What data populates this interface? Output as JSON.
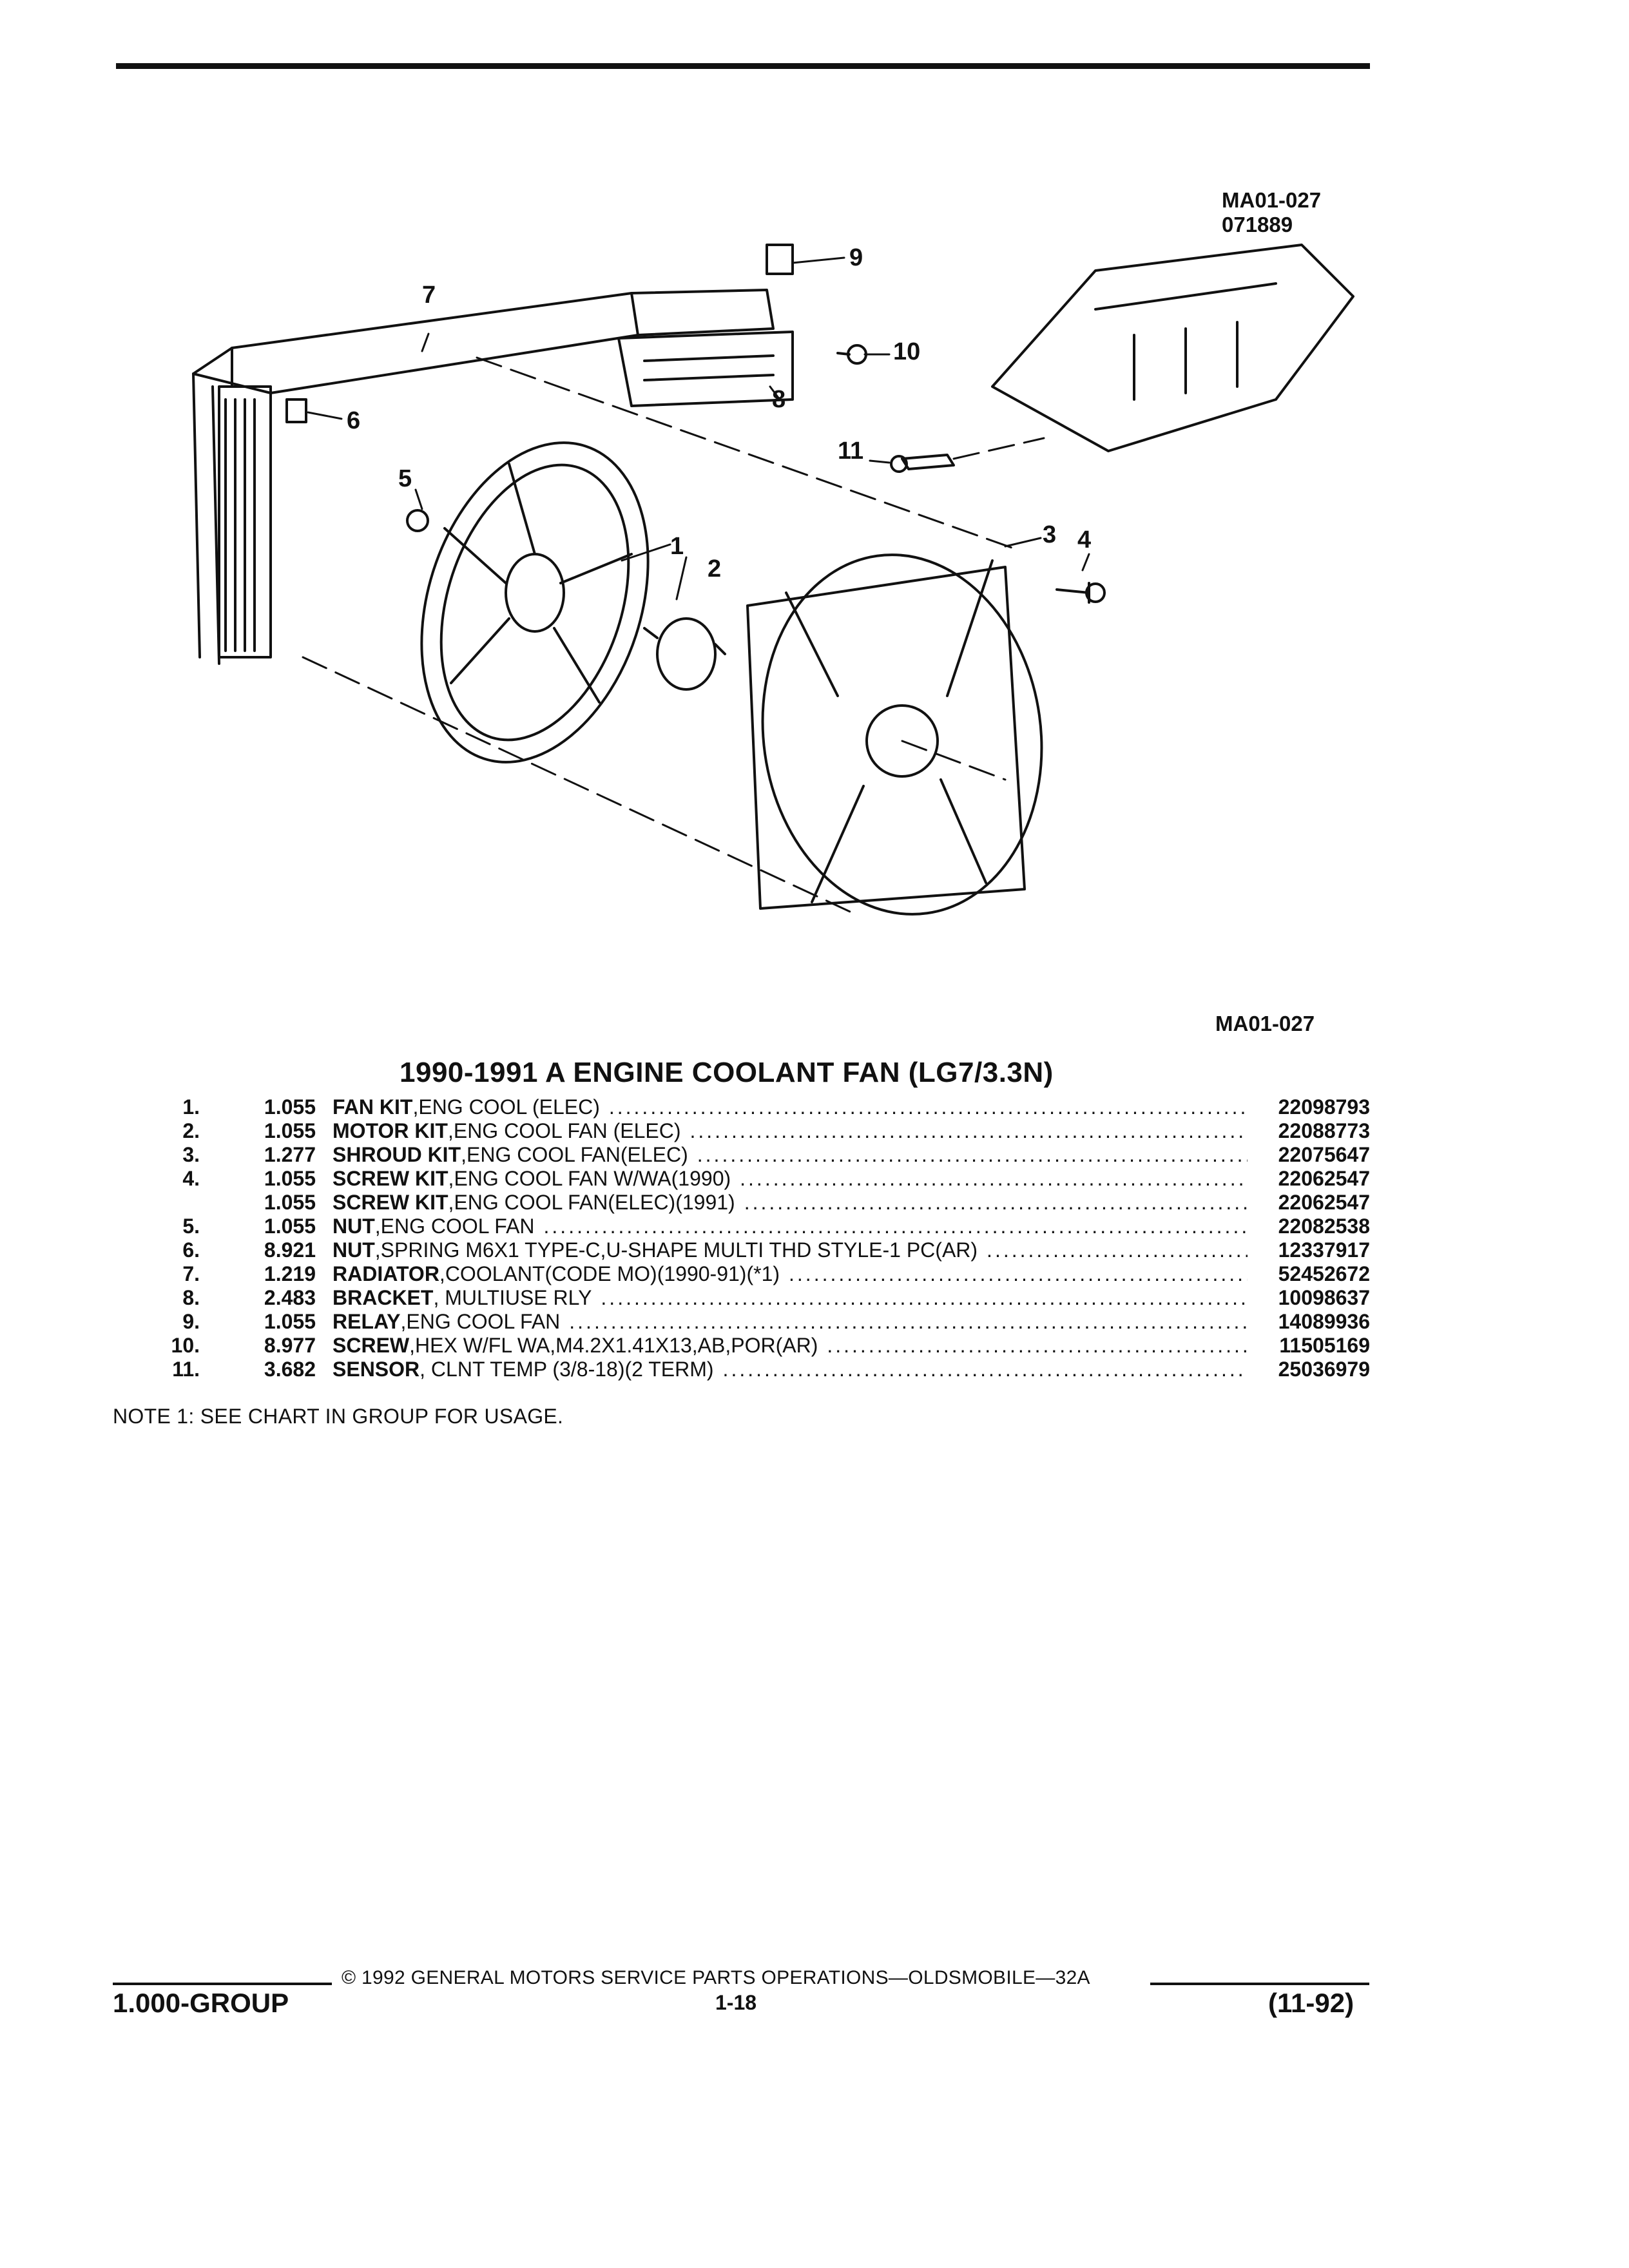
{
  "figure": {
    "ref_top": "MA01-027",
    "date_code": "071889",
    "ref_bottom": "MA01-027",
    "callouts": [
      "1",
      "2",
      "3",
      "4",
      "5",
      "6",
      "7",
      "8",
      "9",
      "10",
      "11"
    ]
  },
  "title": "1990-1991 A ENGINE COOLANT FAN (LG7/3.3N)",
  "parts": [
    {
      "num": "1.",
      "group": "1.055",
      "name": "FAN KIT",
      "desc": ",ENG COOL (ELEC)",
      "part_no": "22098793"
    },
    {
      "num": "2.",
      "group": "1.055",
      "name": "MOTOR KIT",
      "desc": ",ENG COOL FAN (ELEC)",
      "part_no": "22088773"
    },
    {
      "num": "3.",
      "group": "1.277",
      "name": "SHROUD KIT",
      "desc": ",ENG COOL FAN(ELEC)",
      "part_no": "22075647"
    },
    {
      "num": "4.",
      "group": "1.055",
      "name": "SCREW KIT",
      "desc": ",ENG COOL FAN W/WA(1990)",
      "part_no": "22062547"
    },
    {
      "num": "",
      "group": "1.055",
      "name": "SCREW KIT",
      "desc": ",ENG COOL FAN(ELEC)(1991)",
      "part_no": "22062547"
    },
    {
      "num": "5.",
      "group": "1.055",
      "name": "NUT",
      "desc": ",ENG COOL FAN",
      "part_no": "22082538"
    },
    {
      "num": "6.",
      "group": "8.921",
      "name": "NUT",
      "desc": ",SPRING M6X1 TYPE-C,U-SHAPE MULTI THD STYLE-1 PC(AR)",
      "part_no": "12337917"
    },
    {
      "num": "7.",
      "group": "1.219",
      "name": "RADIATOR",
      "desc": ",COOLANT(CODE MO)(1990-91)(*1)",
      "part_no": "52452672"
    },
    {
      "num": "8.",
      "group": "2.483",
      "name": "BRACKET",
      "desc": ", MULTIUSE RLY",
      "part_no": "10098637"
    },
    {
      "num": "9.",
      "group": "1.055",
      "name": "RELAY",
      "desc": ",ENG COOL FAN",
      "part_no": "14089936"
    },
    {
      "num": "10.",
      "group": "8.977",
      "name": "SCREW",
      "desc": ",HEX W/FL WA,M4.2X1.41X13,AB,POR(AR)",
      "part_no": "11505169"
    },
    {
      "num": "11.",
      "group": "3.682",
      "name": "SENSOR",
      "desc": ", CLNT TEMP (3/8-18)(2 TERM)",
      "part_no": "25036979"
    }
  ],
  "note": "NOTE  1:  SEE CHART IN GROUP FOR USAGE.",
  "footer": {
    "copyright": "© 1992 GENERAL MOTORS SERVICE PARTS OPERATIONS—OLDSMOBILE—32A",
    "group": "1.000-GROUP",
    "page": "1-18",
    "date": "(11-92)"
  }
}
